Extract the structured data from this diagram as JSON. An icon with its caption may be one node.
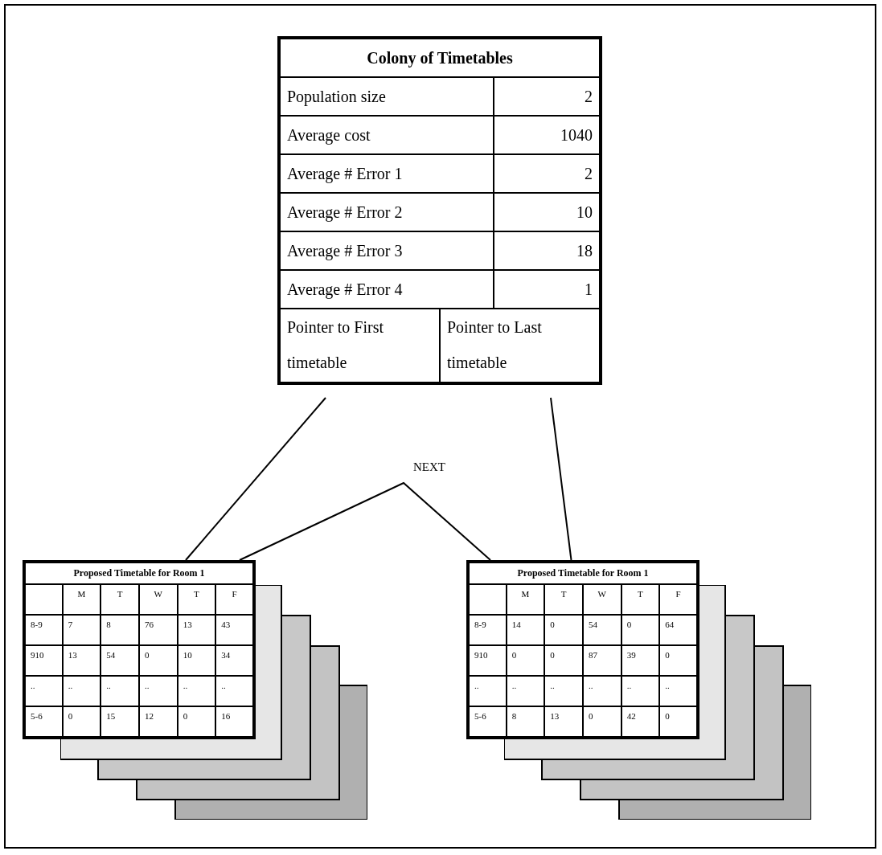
{
  "diagram": {
    "nodes": [
      {
        "text": [
          "Colony of Timetables",
          "Population size",
          "2",
          "Average cost",
          "1040",
          "Average # Error 1",
          "2",
          "Average # Error 2",
          "10",
          "Average # Error 3",
          "18",
          "Average # Error 4",
          "1"
        ]
      },
      {
        "text": [
          "Pointer to First timetable"
        ],
        "in": 0
      },
      {
        "text": [
          "Pointer to Last timetable"
        ],
        "in": 0
      },
      {
        "text": [
          "Proposed Timetable for Room 1",
          "M",
          "T",
          "W",
          "T",
          "F",
          "8-9",
          "7",
          "8",
          "76",
          "13",
          "43",
          "910",
          "13",
          "54",
          "0",
          "10",
          "34",
          "..",
          "..",
          "..",
          "..",
          "..",
          "..",
          "5-6",
          "0",
          "15",
          "12",
          "0",
          "16"
        ]
      },
      {
        "text": [
          "Proposed Timetable for Room 1",
          "M",
          "T",
          "W",
          "T",
          "F",
          "8-9",
          "14",
          "0",
          "54",
          "0",
          "64",
          "910",
          "0",
          "0",
          "87",
          "39",
          "0",
          "..",
          "..",
          "..",
          "..",
          "..",
          "..",
          "5-6",
          "8",
          "13",
          "0",
          "42",
          "0"
        ]
      }
    ],
    "edges": [
      {
        "from": 1,
        "to": 3,
        "arrow": "none"
      },
      {
        "from": 2,
        "to": 4,
        "arrow": "none"
      },
      {
        "from": 3,
        "to": 4,
        "arrow": "none",
        "label": "NEXT"
      }
    ]
  }
}
